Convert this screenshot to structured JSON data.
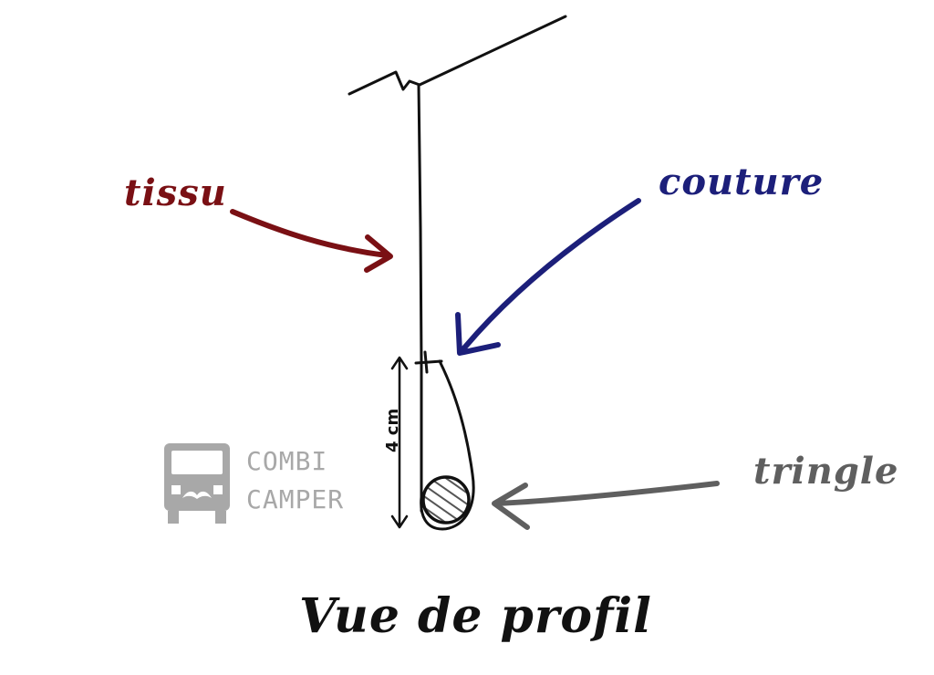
{
  "diagram": {
    "title": "Vue de profil",
    "labels": {
      "tissu": "tissu",
      "couture": "couture",
      "tringle": "tringle"
    },
    "measure": "4 cm",
    "colors": {
      "tissu": "#7a1014",
      "couture": "#1c1f7a",
      "tringle": "#5f5f5f",
      "lines": "#111111",
      "logo": "#a8a8a8"
    }
  },
  "logo": {
    "icon": "van-mustache-icon",
    "line1": "COMBI",
    "line2": "CAMPER"
  }
}
